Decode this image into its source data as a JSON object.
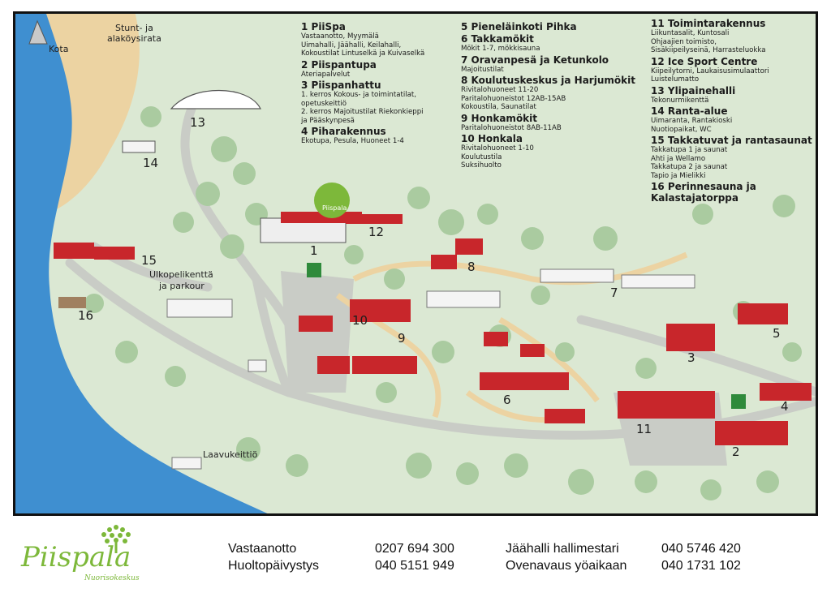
{
  "map_labels": {
    "kota": "Kota",
    "stunt": "Stunt- ja",
    "stunt2": "alaköysirata",
    "ulkopeli": "Ulkopelikenttä",
    "ulkopeli2": "ja parkour",
    "laavu": "Laavukeittiö",
    "sign": "Piispala"
  },
  "numbers": [
    "1",
    "2",
    "3",
    "4",
    "5",
    "6",
    "7",
    "8",
    "9",
    "10",
    "11",
    "12",
    "13",
    "14",
    "15",
    "16"
  ],
  "legend": [
    {
      "title": "1 PiiSpa",
      "lines": [
        "Vastaanotto, Myymälä",
        "Uimahalli, Jäähalli, Keilahalli,",
        "Kokoustilat Lintuselkä ja Kuivaselkä"
      ]
    },
    {
      "title": "2 Piispantupa",
      "lines": [
        "Ateriapalvelut"
      ]
    },
    {
      "title": "3 Piispanhattu",
      "lines": [
        "1. kerros Kokous- ja toimintatilat,",
        "opetuskeittiö",
        "2. kerros Majoitustilat Riekonkieppi",
        "ja Pääskynpesä"
      ]
    },
    {
      "title": "4 Piharakennus",
      "lines": [
        "Ekotupa, Pesula, Huoneet 1-4"
      ]
    },
    {
      "title": "5 Pieneläinkoti Pihka",
      "lines": []
    },
    {
      "title": "6 Takkamökit",
      "lines": [
        "Mökit 1-7, mökkisauna"
      ]
    },
    {
      "title": "7 Oravanpesä ja Ketunkolo",
      "lines": [
        "Majoitustilat"
      ]
    },
    {
      "title": "8 Koulutuskeskus ja Harjumökit",
      "lines": [
        "Rivitalohuoneet 11-20",
        "Paritalohuoneistot 12AB-15AB",
        "Kokoustila, Saunatilat"
      ]
    },
    {
      "title": "9 Honkamökit",
      "lines": [
        "Paritalohuoneistot 8AB-11AB"
      ]
    },
    {
      "title": "10 Honkala",
      "lines": [
        "Rivitalohuoneet 1-10",
        "Koulutustila",
        "Suksihuolto"
      ]
    },
    {
      "title": "11  Toimintarakennus",
      "lines": [
        "Liikuntasalit, Kuntosali",
        "Ohjaajien toimisto,",
        "Sisäkiipeilyseinä, Harrasteluokka"
      ]
    },
    {
      "title": "12 Ice Sport Centre",
      "lines": [
        "Kiipeilytorni, Laukaisusimulaattori",
        "Luistelumatto"
      ]
    },
    {
      "title": "13  Ylipainehalli",
      "lines": [
        "Tekonurmikenttä"
      ]
    },
    {
      "title": "14 Ranta-alue",
      "lines": [
        "Uimaranta, Rantakioski",
        "Nuotiopaikat, WC"
      ]
    },
    {
      "title": "15  Takkatuvat ja rantasaunat",
      "lines": [
        "Takkatupa 1 ja saunat",
        "Ahti ja Wellamo",
        "Takkatupa 2 ja saunat",
        "Tapio ja Mielikki"
      ]
    },
    {
      "title": "16 Perinnesauna ja",
      "lines": []
    },
    {
      "title": "Kalastajatorppa",
      "lines": []
    }
  ],
  "footer": {
    "logo_main": "Piispala",
    "logo_sub": "Nuorisokeskus",
    "c1_label1": "Vastaanotto",
    "c1_label2": "Huoltopäivystys",
    "c1_num1": "0207 694 300",
    "c1_num2": "040 5151 949",
    "c2_label1": "Jäähalli hallimestari",
    "c2_label2": "Ovenavaus yöaikaan",
    "c2_num1": "040 5746 420",
    "c2_num2": "040 1731 102"
  },
  "colors": {
    "water": "#3f8fd0",
    "land": "#dbe8d3",
    "sand": "#ecd3a2",
    "building": "#c8262b",
    "tree": "#aacba0",
    "frame": "#111111",
    "logo": "#7db83a"
  }
}
